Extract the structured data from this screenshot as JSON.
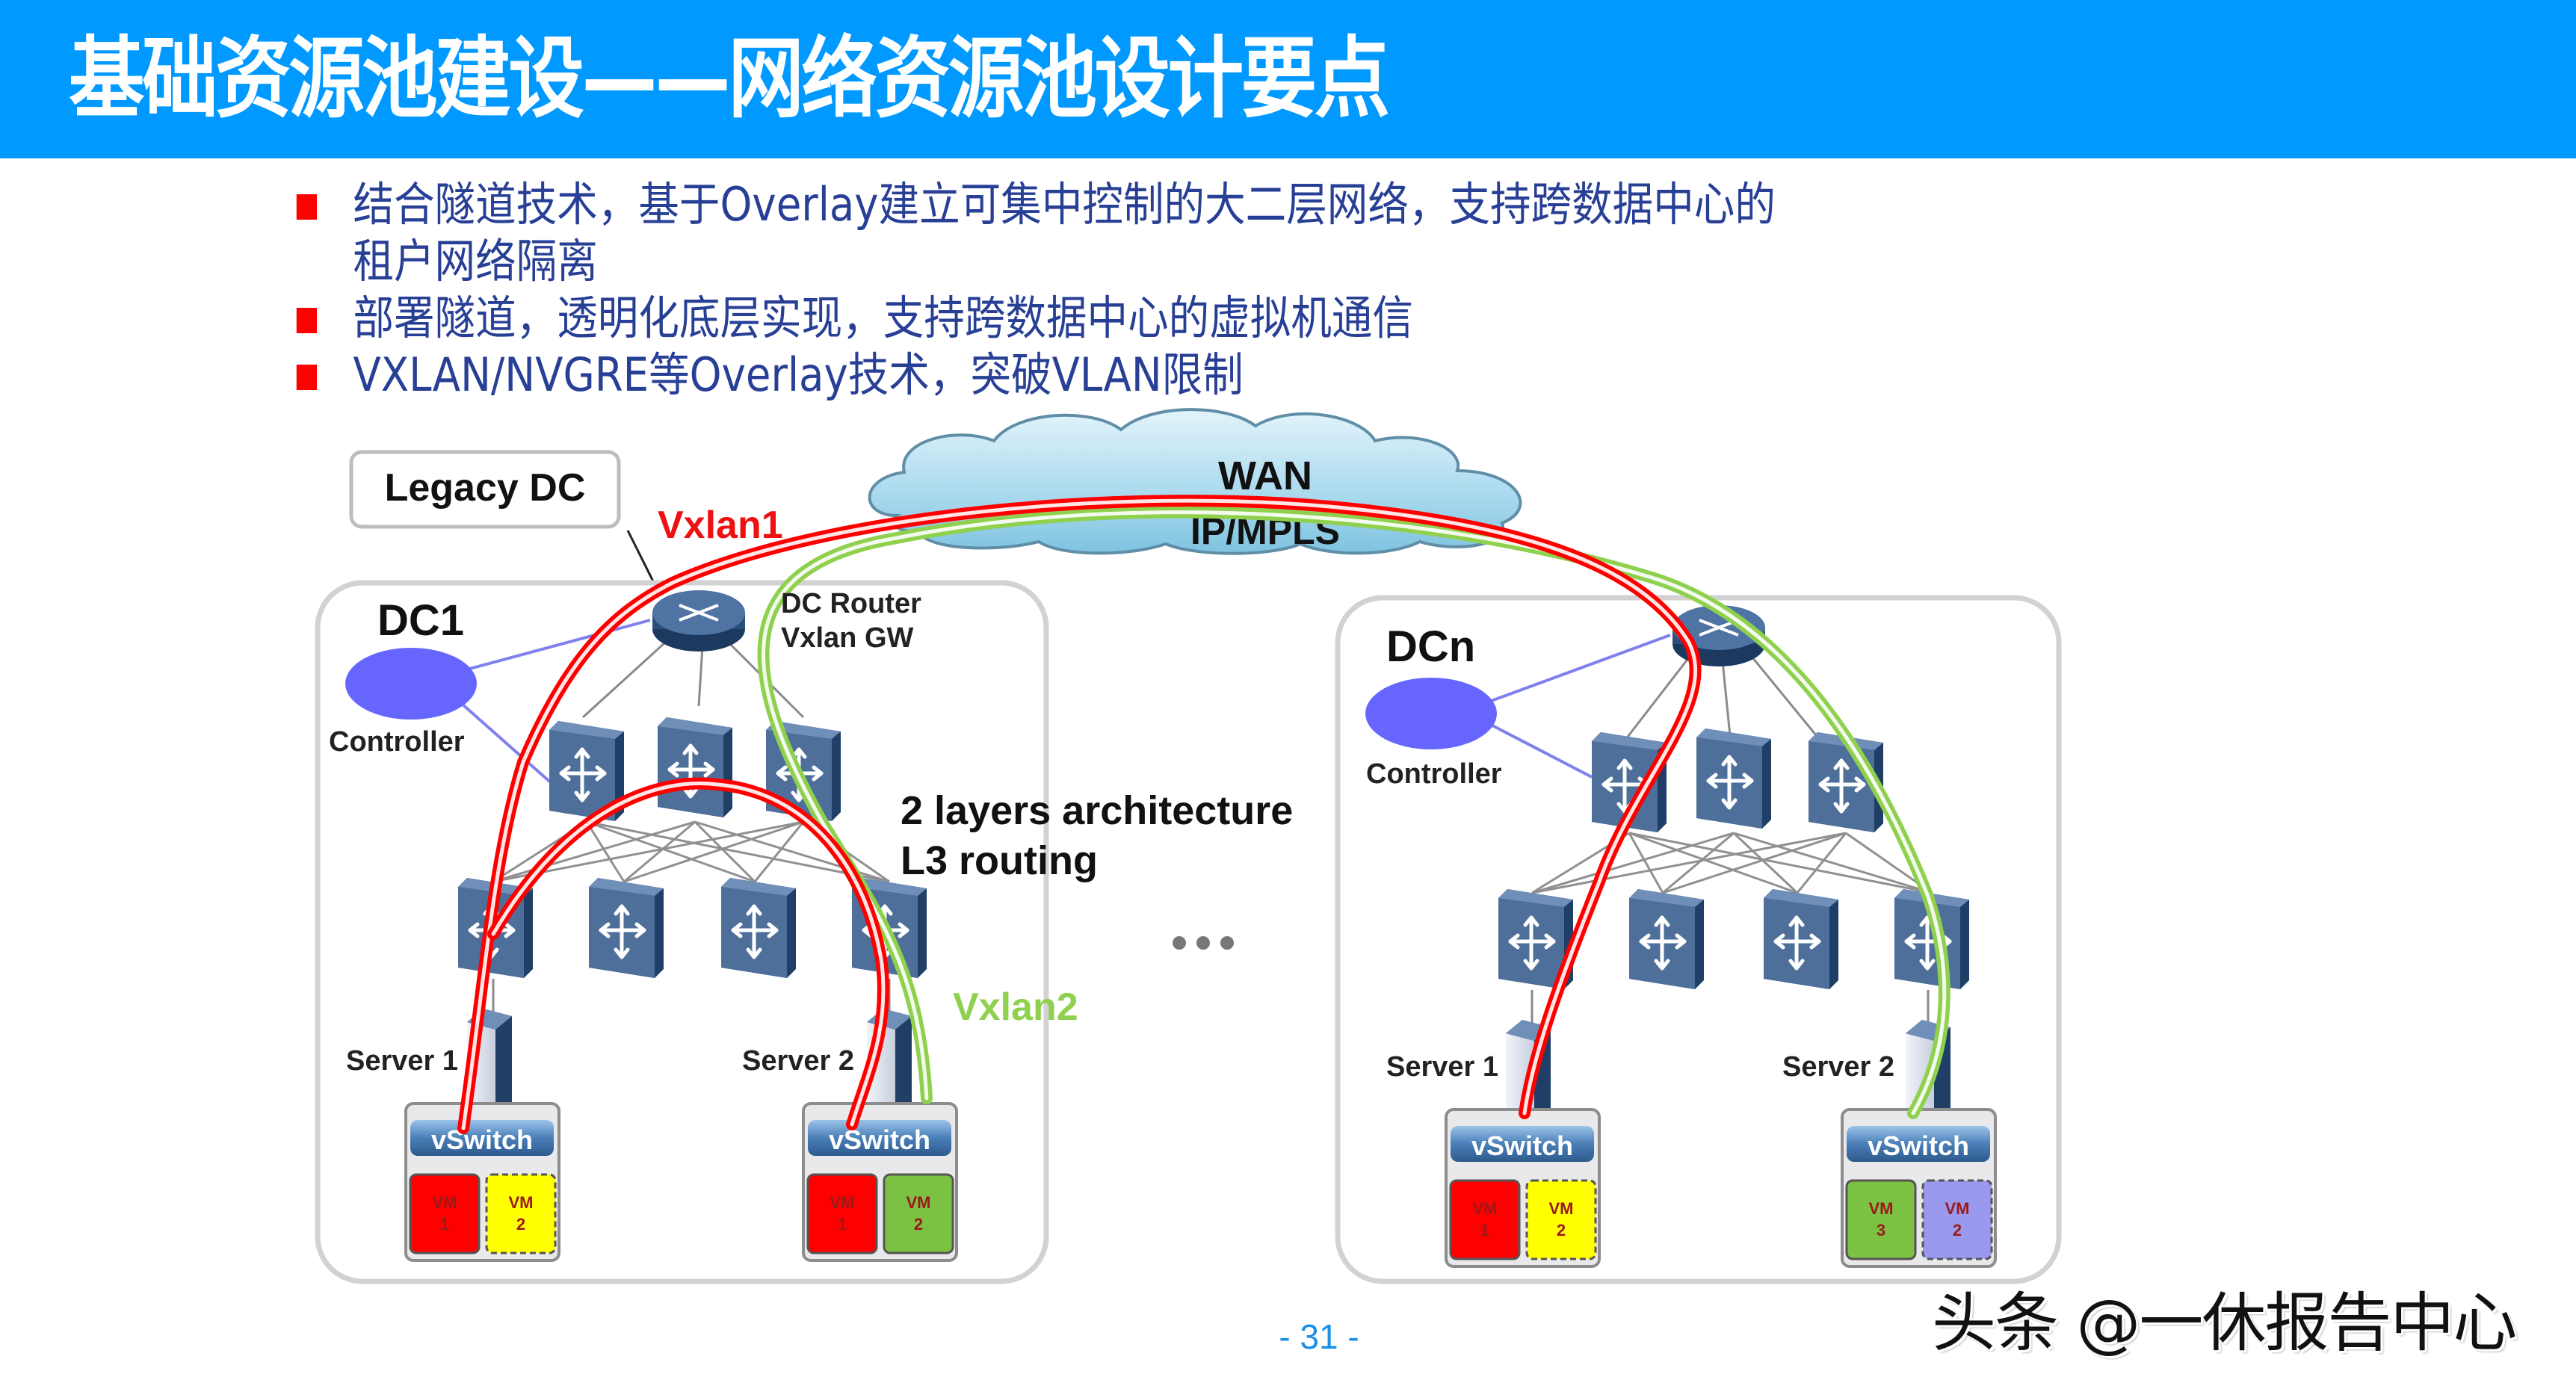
{
  "slide": {
    "title": "基础资源池建设——网络资源池设计要点",
    "bullets": [
      {
        "lines": [
          "结合隧道技术，基于Overlay建立可集中控制的大二层网络，支持跨数据中心的",
          "租户网络隔离"
        ]
      },
      {
        "lines": [
          "部署隧道，透明化底层实现，支持跨数据中心的虚拟机通信"
        ]
      },
      {
        "lines": [
          "VXLAN/NVGRE等Overlay技术，突破VLAN限制"
        ]
      }
    ],
    "page_number": "- 31 -",
    "watermark": "头条 @一休报告中心"
  },
  "diagram": {
    "legacy_dc": "Legacy DC",
    "wan": {
      "line1": "WAN",
      "line2": "IP/MPLS"
    },
    "vxlan1": "Vxlan1",
    "vxlan2": "Vxlan2",
    "architecture_note": {
      "line1": "2 layers architecture",
      "line2": "L3 routing"
    },
    "ellipsis": "•••",
    "dc1": {
      "name": "DC1",
      "router_label": {
        "line1": "DC Router",
        "line2": "Vxlan GW"
      },
      "controller": "Controller",
      "servers": [
        {
          "label": "Server 1",
          "vswitch": "vSwitch",
          "vms": [
            {
              "name": "VM",
              "num": "1",
              "color": "#ff0000",
              "dashed": false
            },
            {
              "name": "VM",
              "num": "2",
              "color": "#ffff00",
              "dashed": true
            }
          ]
        },
        {
          "label": "Server 2",
          "vswitch": "vSwitch",
          "vms": [
            {
              "name": "VM",
              "num": "1",
              "color": "#ff0000",
              "dashed": false
            },
            {
              "name": "VM",
              "num": "2",
              "color": "#7cc242",
              "dashed": false
            }
          ]
        }
      ]
    },
    "dcn": {
      "name": "DCn",
      "controller": "Controller",
      "servers": [
        {
          "label": "Server 1",
          "vswitch": "vSwitch",
          "vms": [
            {
              "name": "VM",
              "num": "1",
              "color": "#ff0000",
              "dashed": false
            },
            {
              "name": "VM",
              "num": "2",
              "color": "#ffff00",
              "dashed": true
            }
          ]
        },
        {
          "label": "Server 2",
          "vswitch": "vSwitch",
          "vms": [
            {
              "name": "VM",
              "num": "3",
              "color": "#7cc242",
              "dashed": false
            },
            {
              "name": "VM",
              "num": "2",
              "color": "#9999ee",
              "dashed": true
            }
          ]
        }
      ]
    },
    "colors": {
      "title_bar": "#0099ff",
      "bullet_text": "#283f96",
      "bullet_mark": "#ff0000",
      "vxlan1": "#ff0000",
      "vxlan2": "#8fd14f",
      "controller": "#6666ff",
      "device": "#3f5f8a"
    }
  }
}
